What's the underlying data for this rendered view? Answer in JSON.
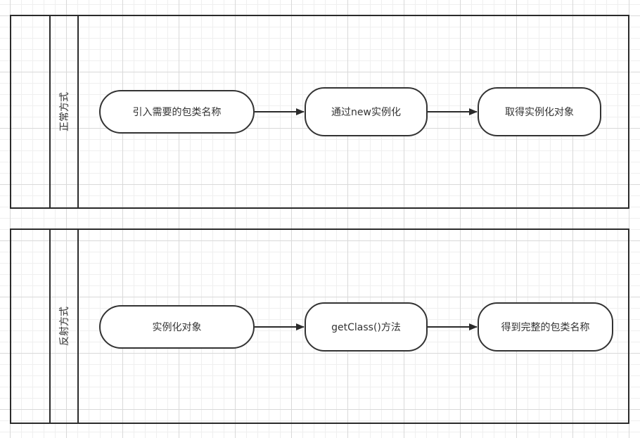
{
  "swimlanes": [
    {
      "label": "正常方式",
      "steps": [
        "引入需要的包类名称",
        "通过new实例化",
        "取得实例化对象"
      ]
    },
    {
      "label": "反射方式",
      "steps": [
        "实例化对象",
        "getClass()方法",
        "得到完整的包类名称"
      ]
    }
  ],
  "colors": {
    "line": "#2b2b2b",
    "node_fill": "#ffffff",
    "text": "#333333",
    "grid": "#d9d9d9"
  }
}
